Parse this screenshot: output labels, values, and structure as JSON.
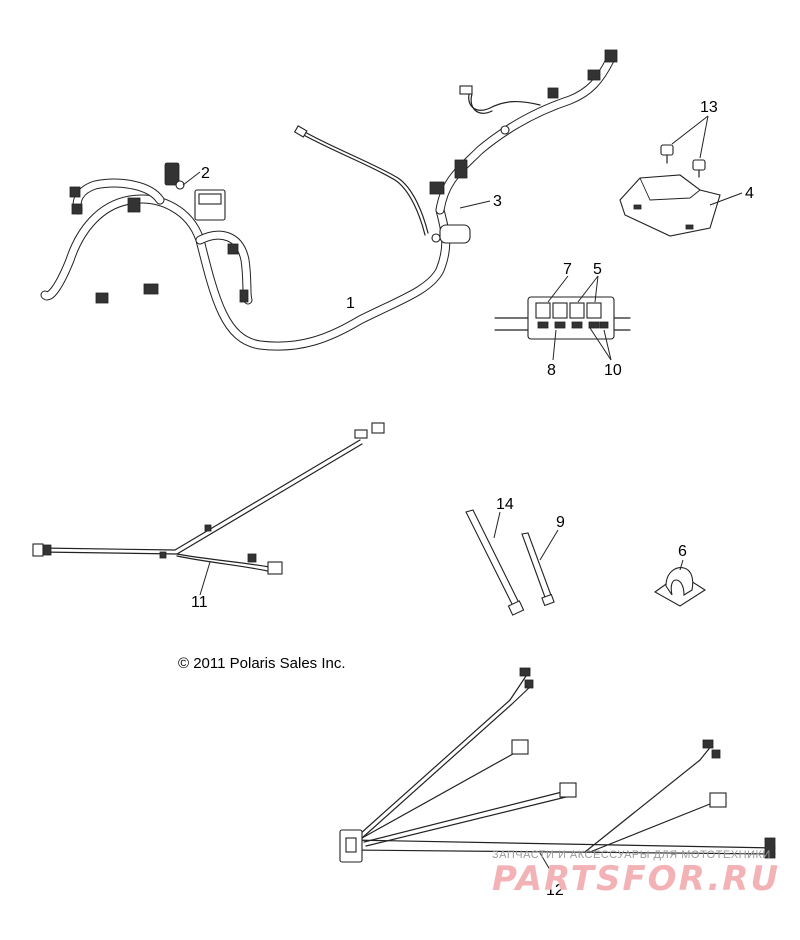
{
  "callouts": {
    "c1": "1",
    "c2": "2",
    "c3": "3",
    "c4": "4",
    "c5": "5",
    "c6": "6",
    "c7": "7",
    "c8": "8",
    "c9": "9",
    "c10": "10",
    "c11": "11",
    "c12": "12",
    "c13": "13",
    "c14": "14"
  },
  "copyright": "© 2011 Polaris Sales Inc.",
  "watermark": {
    "text": "ЗАПЧАСТИ И АКСЕССУАРЫ ДЛЯ МОТОТЕХНИКИ",
    "logo": "PARTSFOR.RU",
    "logo_color": "#f3b3b6"
  }
}
